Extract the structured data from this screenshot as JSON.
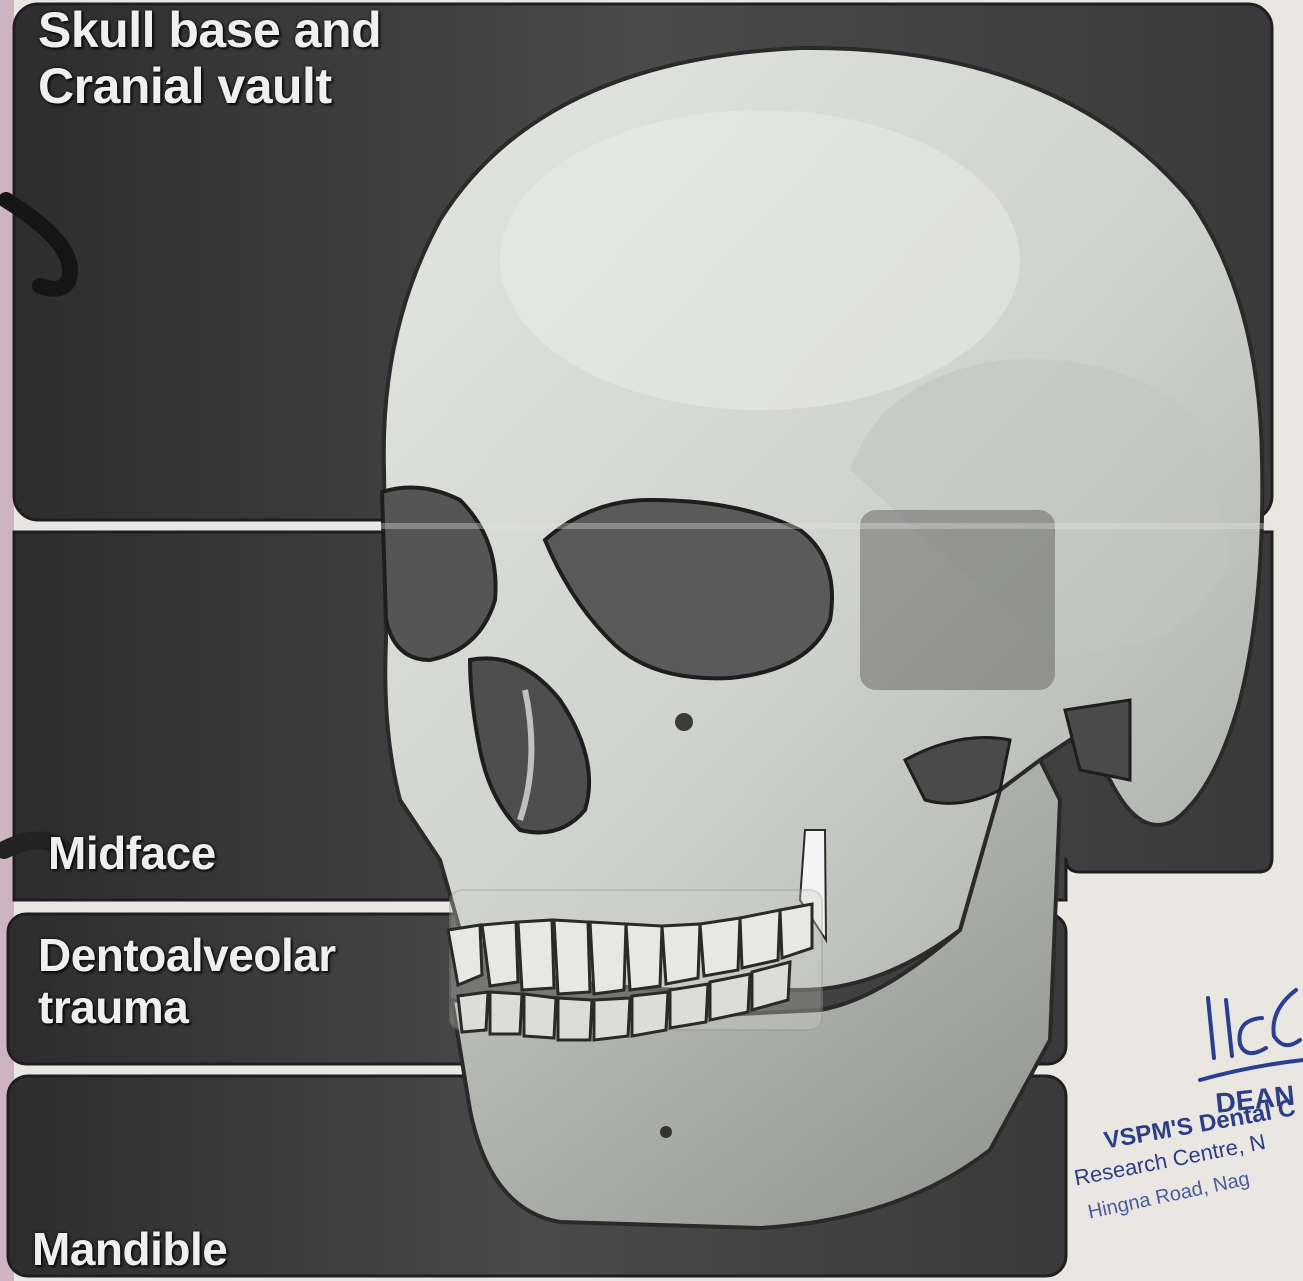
{
  "regions": {
    "skull_base": {
      "line1": "Skull base and",
      "line2": "Cranial vault"
    },
    "midface": "Midface",
    "dentoalveolar": {
      "line1": "Dentoalveolar",
      "line2": "trauma"
    },
    "mandible": "Mandible"
  },
  "stamp": {
    "title": "DEAN",
    "line1": "VSPM'S Dental C",
    "line2": "Research Centre, N",
    "line3": "Hingna Road, Nag"
  },
  "colors": {
    "panel": "#3e3e3e",
    "panel_border": "#1f1f1f",
    "skull": "#d6d8d3",
    "label_text": "#efefef",
    "stamp_ink": "#2c3e86"
  }
}
